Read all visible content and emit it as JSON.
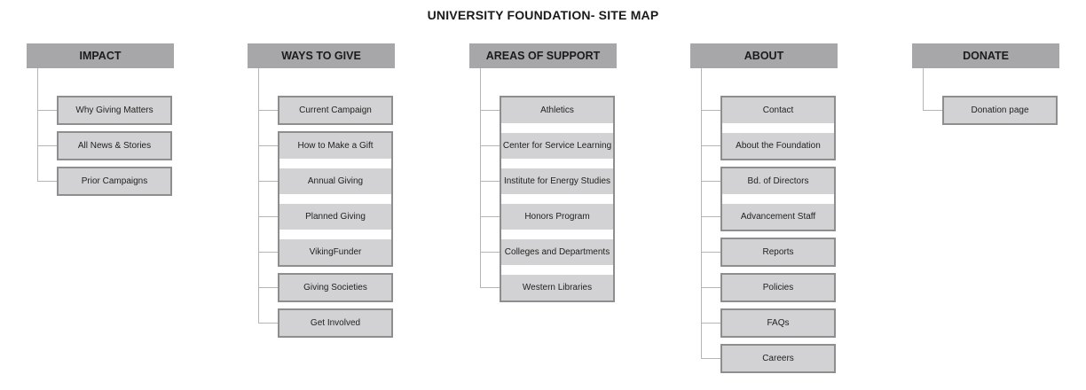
{
  "title": "UNIVERSITY FOUNDATION- SITE MAP",
  "columns": [
    {
      "header": "IMPACT",
      "groups": [
        [
          "Why Giving Matters"
        ],
        [
          "All News & Stories"
        ],
        [
          "Prior Campaigns"
        ]
      ]
    },
    {
      "header": "WAYS TO GIVE",
      "groups": [
        [
          "Current Campaign"
        ],
        [
          "How to Make a Gift",
          "Annual Giving",
          "Planned Giving",
          "VikingFunder"
        ],
        [
          "Giving Societies"
        ],
        [
          "Get Involved"
        ]
      ]
    },
    {
      "header": "AREAS OF SUPPORT",
      "groups": [
        [
          "Athletics",
          "Center for Service Learning",
          "Institute for Energy Studies",
          "Honors Program",
          "Colleges and Departments",
          "Western Libraries"
        ]
      ]
    },
    {
      "header": "ABOUT",
      "groups": [
        [
          "Contact",
          "About the Foundation"
        ],
        [
          "Bd. of Directors",
          "Advancement Staff"
        ],
        [
          "Reports"
        ],
        [
          "Policies"
        ],
        [
          "FAQs"
        ],
        [
          "Careers"
        ]
      ]
    },
    {
      "header": "DONATE",
      "groups": [
        [
          "Donation page"
        ]
      ]
    }
  ]
}
